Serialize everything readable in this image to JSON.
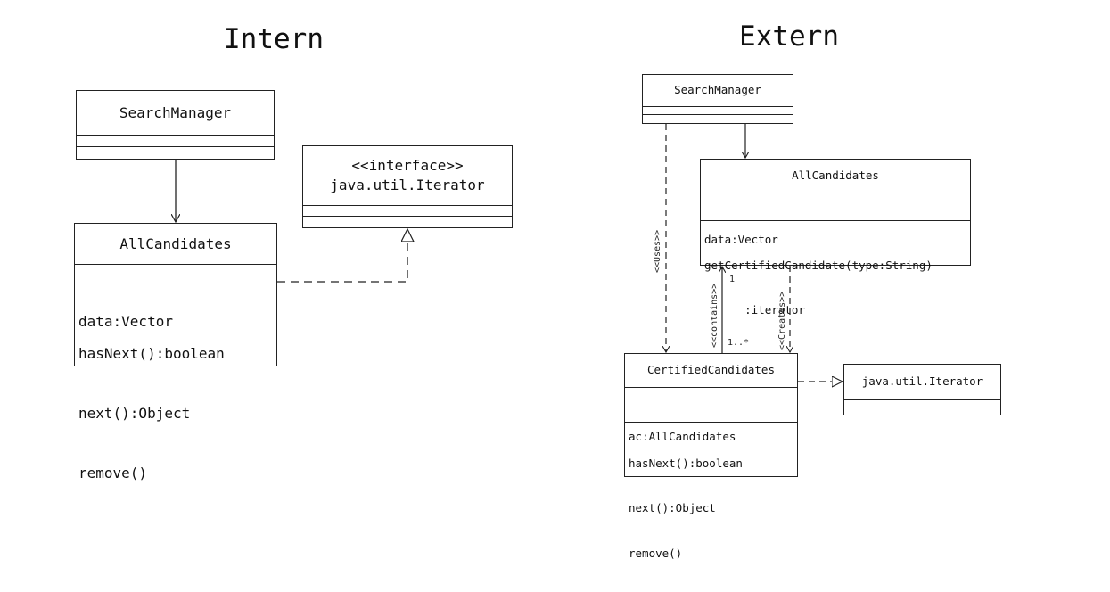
{
  "titles": {
    "intern": "Intern",
    "extern": "Extern"
  },
  "intern": {
    "search_manager": {
      "name": "SearchManager"
    },
    "iterator_interface": {
      "stereotype": "<<interface>>",
      "name": "java.util.Iterator"
    },
    "all_candidates": {
      "name": "AllCandidates",
      "attributes": [
        "data:Vector"
      ],
      "operations": [
        "hasNext():boolean",
        "next():Object",
        "remove()"
      ]
    }
  },
  "extern": {
    "search_manager": {
      "name": "SearchManager"
    },
    "all_candidates": {
      "name": "AllCandidates",
      "attributes": [
        "data:Vector"
      ],
      "operations": [
        "getCertifiedCandidate(type:String)",
        "      :iterator"
      ]
    },
    "certified_candidates": {
      "name": "CertifiedCandidates",
      "attributes": [
        "ac:AllCandidates"
      ],
      "operations": [
        "hasNext():boolean",
        "next():Object",
        "remove()"
      ]
    },
    "iterator": {
      "name": "java.util.Iterator"
    },
    "labels": {
      "uses": "<<Uses>>",
      "contains": "<<contains>>",
      "creates": "<<Creates>>",
      "mult_one": "1",
      "mult_many": "1..*"
    }
  }
}
